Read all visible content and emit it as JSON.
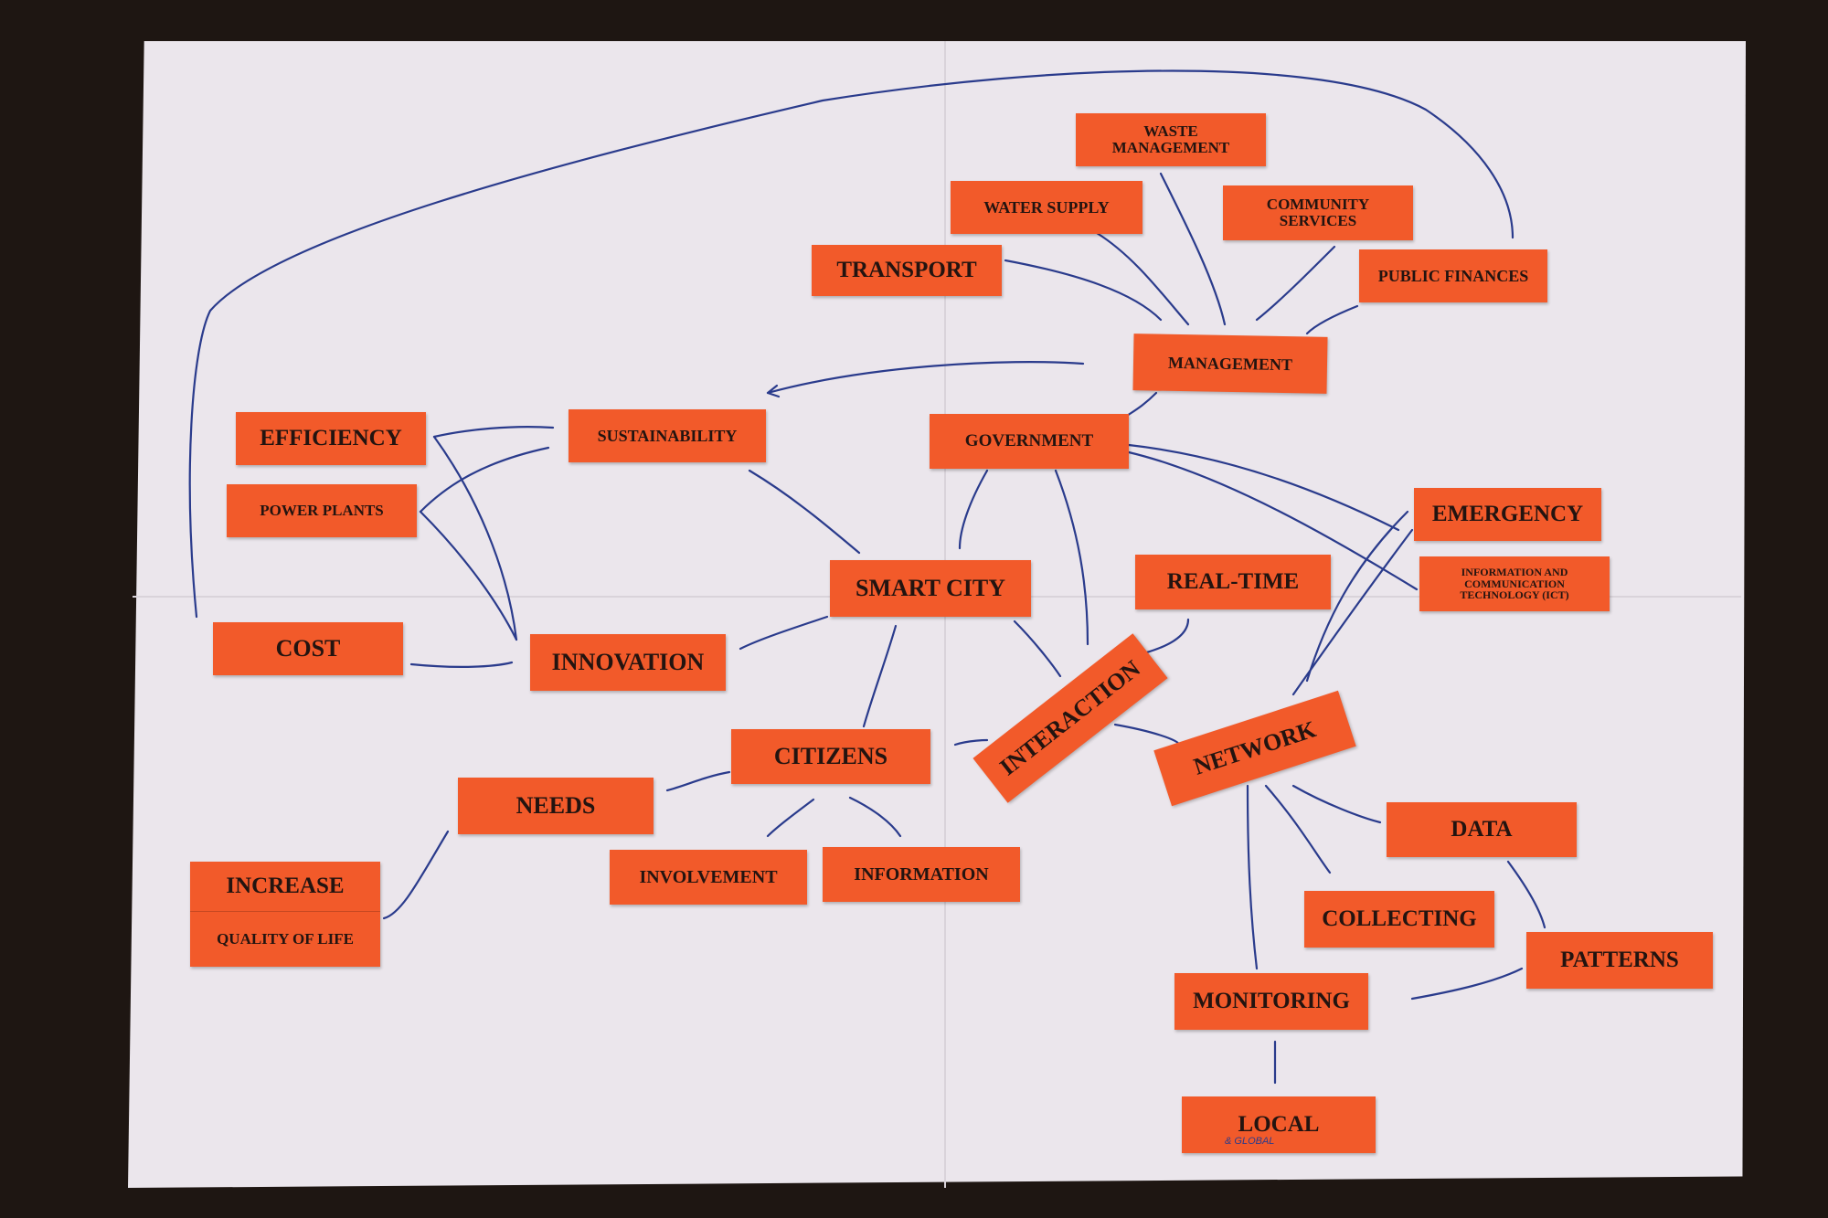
{
  "diagram": {
    "nodes": {
      "waste_management": "WASTE MANAGEMENT",
      "water_supply": "WATER SUPPLY",
      "community_services": "COMMUNITY SERVICES",
      "transport": "TRANSPORT",
      "public_finances": "PUBLIC FINANCES",
      "management": "MANAGEMENT",
      "efficiency": "EFFICIENCY",
      "sustainability": "SUSTAINABILITY",
      "government": "GOVERNMENT",
      "power_plants": "POWER PLANTS",
      "emergency": "EMERGENCY",
      "ict": "INFORMATION AND COMMUNICATION TECHNOLOGY (ICT)",
      "smart_city": "SMART CITY",
      "real_time": "REAL-TIME",
      "cost": "COST",
      "innovation": "INNOVATION",
      "interaction": "INTERACTION",
      "citizens": "CITIZENS",
      "network": "NETWORK",
      "needs": "NEEDS",
      "data": "DATA",
      "involvement": "INVOLVEMENT",
      "information": "INFORMATION",
      "increase": "INCREASE",
      "quality_of_life": "QUALITY OF LIFE",
      "collecting": "COLLECTING",
      "patterns": "PATTERNS",
      "monitoring": "MONITORING",
      "local": "LOCAL"
    },
    "handwritten_note": "& GLOBAL",
    "colors": {
      "card": "#f25a2a",
      "ink": "#2a3b8c",
      "paper": "#ebe6ec"
    }
  }
}
